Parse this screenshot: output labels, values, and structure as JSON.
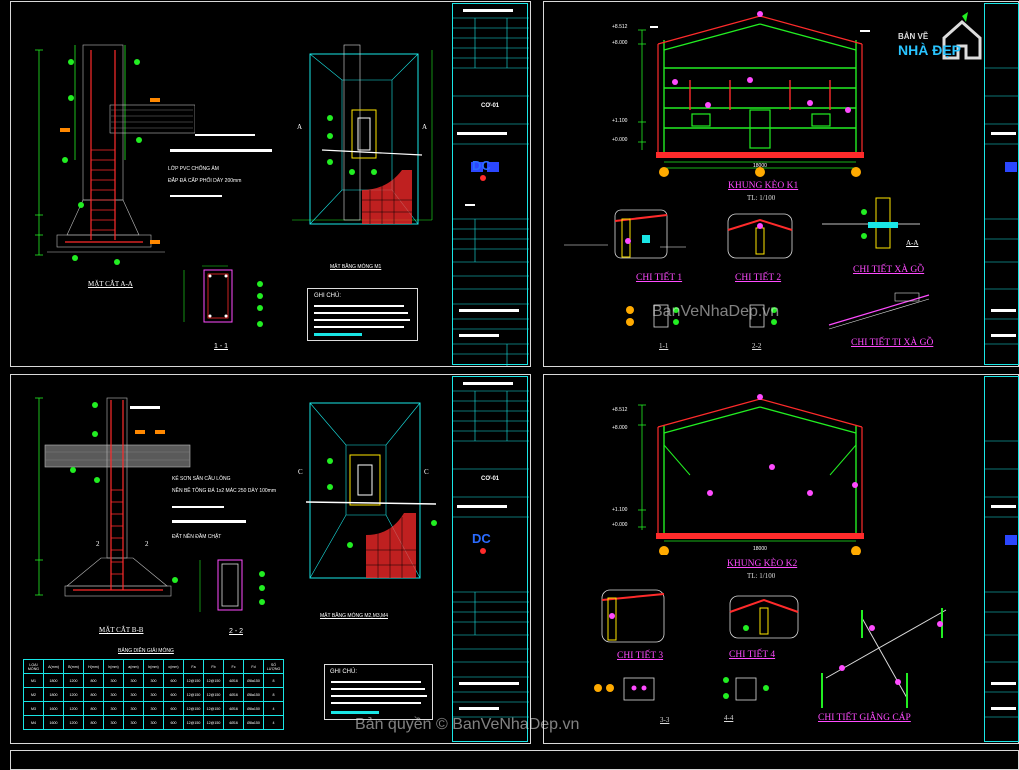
{
  "labels": {
    "mat_cat_a": "MẶT CẮT A-A",
    "mat_cat_b": "MẶT CẮT B-B",
    "sec_11": "1 - 1",
    "sec_22": "2 - 2",
    "mat_bang_m1": "MẶT BẰNG MÓNG M1",
    "mat_bang_m2": "MẶT BẰNG MÓNG M2,M3,M4",
    "bang_dien_giai": "BẢNG DIỄN GIẢI MÓNG",
    "khung_k1": "KHUNG KÈO K1",
    "khung_k2": "KHUNG KÈO K2",
    "scale1": "TL: 1/100",
    "scale2": "TL: 1/100",
    "chi_tiet_1": "CHI TIẾT 1",
    "chi_tiet_2": "CHI TIẾT 2",
    "chi_tiet_3": "CHI TIẾT 3",
    "chi_tiet_4": "CHI TIẾT 4",
    "chi_tiet_xa_go": "CHI TIẾT XÀ GỒ",
    "chi_tiet_ti_xa_go": "CHI TIẾT TI XÀ GỒ",
    "chi_tiet_giang_cap": "CHI TIẾT GIẰNG CÁP",
    "aa": "A-A",
    "s11": "1-1",
    "s22": "2-2",
    "s33": "3-3",
    "s44": "4-4",
    "ghi_chu_1": "GHI CHÚ:",
    "ghi_chu_2": "GHI CHÚ:",
    "lop_pvc": "LỚP PVC CHỐNG ẨM",
    "dap_da": "ĐẮP ĐÁ CẤP PHỐI DÀY 200mm",
    "ke_son": "KẺ SƠN SÂN CẦU LÔNG",
    "nen_be": "NỀN BÊ TÔNG ĐÁ 1x2 MÁC 250 DÀY 100mm",
    "dat_nen": "ĐẤT NỀN ĐẦM CHẶT",
    "sheet_code_1": "CƠ-01",
    "sheet_code_2": "CƠ-01",
    "elev_top": "+8.512",
    "elev_2": "+8.000",
    "elev_3": "+1.100",
    "elev_4": "+0.000",
    "elev_top_b": "+8.512",
    "elev_2b": "+8.000",
    "elev_3b": "+1.100",
    "elev_4b": "+0.000",
    "dim_span": "18000",
    "dim_span_b": "18000",
    "A": "A",
    "A2": "A",
    "C": "C",
    "C2": "C",
    "two": "2",
    "two2": "2"
  },
  "logo": {
    "line1": "BẢN VẼ",
    "line2": "NHÀ ĐẸP",
    "brand_short": "DC"
  },
  "watermark": {
    "center": "BanVeNhaDep.vn",
    "bottom": "Bản quyền © BanVeNhaDep.vn"
  },
  "footing_table": {
    "rows": [
      [
        "LOẠI MÓNG",
        "A(mm)",
        "B(mm)",
        "H(mm)",
        "h(mm)",
        "a(mm)",
        "b(mm)",
        "c(mm)",
        "Fa",
        "Fb",
        "Fc",
        "Fd",
        "SỐ LƯỢNG"
      ],
      [
        "M1",
        "1800",
        "1200",
        "800",
        "300",
        "300",
        "300",
        "600",
        "12@150",
        "12@150",
        "4Ø16",
        "Ø8a150",
        "8"
      ],
      [
        "M2",
        "1800",
        "1200",
        "800",
        "300",
        "300",
        "300",
        "600",
        "12@150",
        "12@150",
        "4Ø16",
        "Ø8a150",
        "8"
      ],
      [
        "M3",
        "1600",
        "1200",
        "800",
        "300",
        "300",
        "300",
        "600",
        "12@150",
        "12@150",
        "4Ø16",
        "Ø8a150",
        "4"
      ],
      [
        "M4",
        "1600",
        "1200",
        "800",
        "300",
        "300",
        "300",
        "600",
        "12@150",
        "12@150",
        "4Ø16",
        "Ø8a150",
        "4"
      ]
    ]
  },
  "colors": {
    "cyan": "#19e6e6",
    "magenta": "#ff4bff",
    "green": "#22ee22",
    "red": "#ff2b2b",
    "yellow": "#ffe600",
    "bg": "#000000"
  }
}
